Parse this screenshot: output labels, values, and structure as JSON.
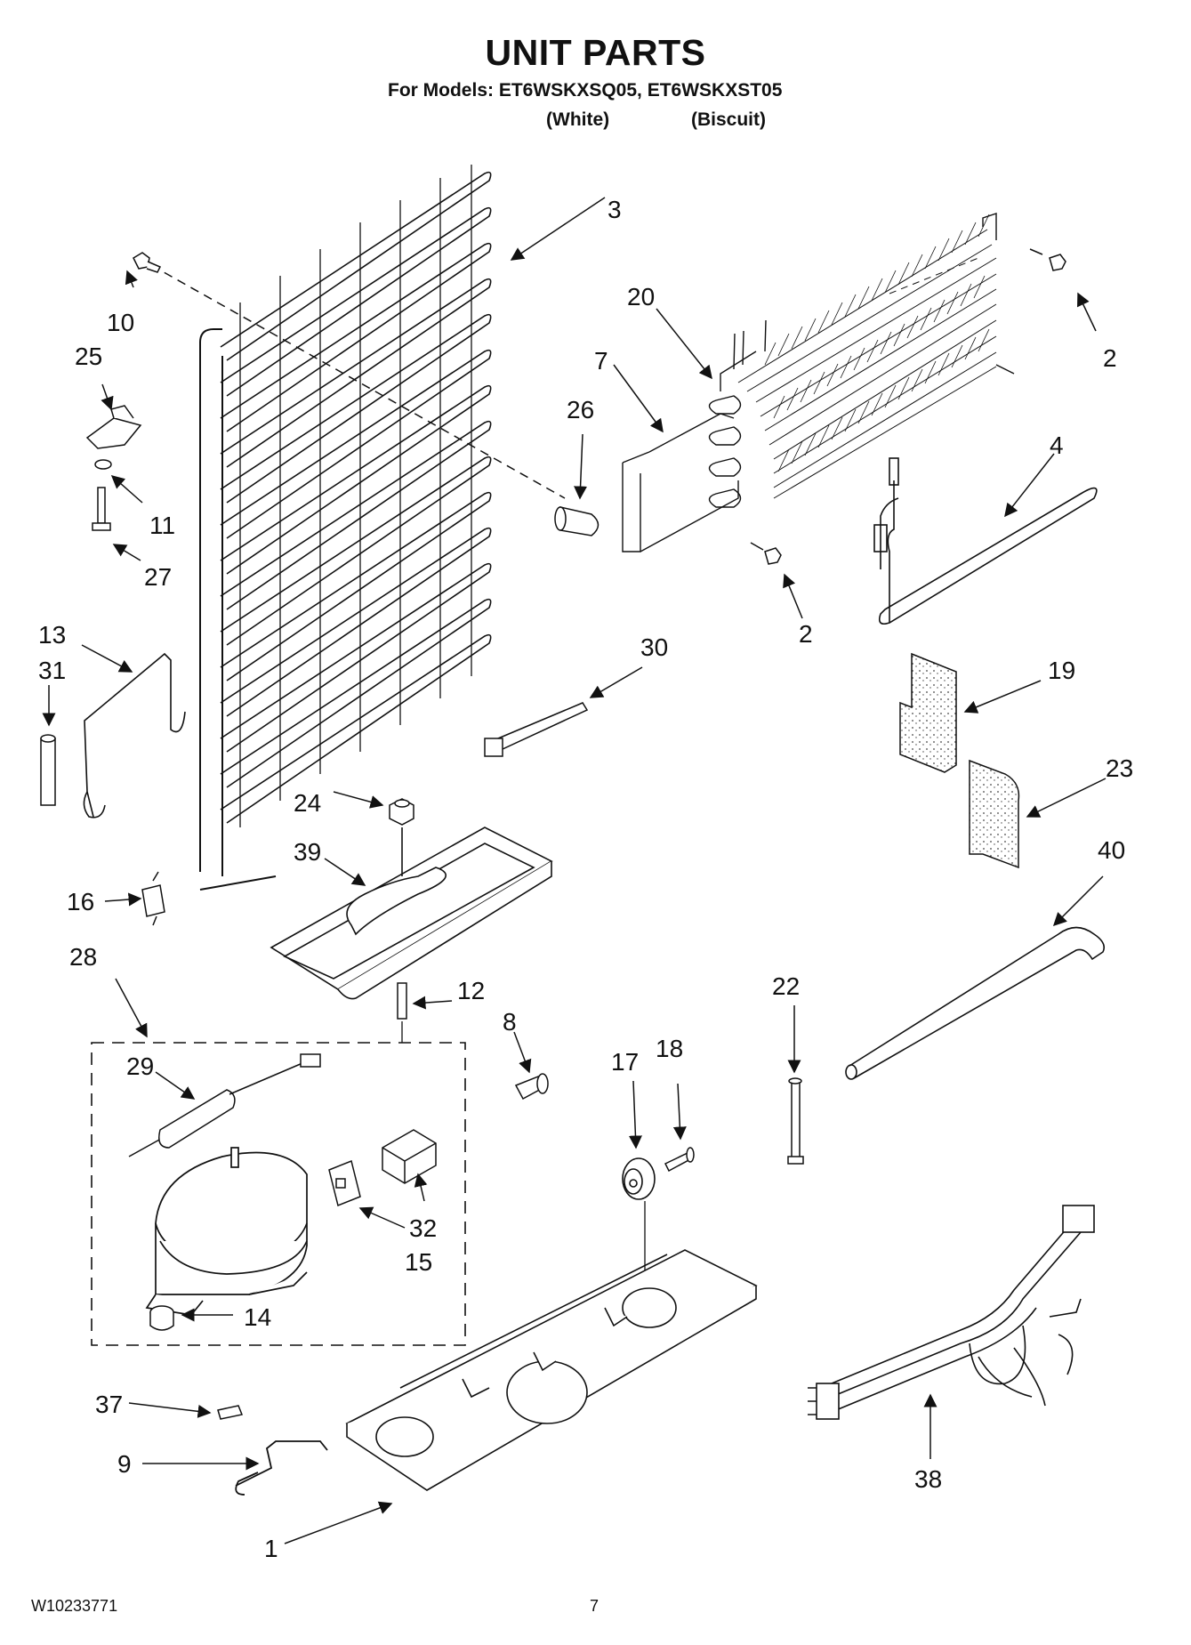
{
  "header": {
    "title": "UNIT PARTS",
    "models_line": "For Models: ET6WSKXSQ05, ET6WSKXST05",
    "variant_1": "(White)",
    "variant_2": "(Biscuit)"
  },
  "footer": {
    "doc_number": "W10233771",
    "page_number": "7"
  },
  "callouts": [
    "3",
    "10",
    "25",
    "11",
    "27",
    "20",
    "7",
    "26",
    "2",
    "2",
    "4",
    "13",
    "31",
    "30",
    "19",
    "23",
    "24",
    "39",
    "16",
    "40",
    "28",
    "12",
    "8",
    "22",
    "29",
    "17",
    "18",
    "32",
    "15",
    "14",
    "37",
    "9",
    "1",
    "38"
  ]
}
